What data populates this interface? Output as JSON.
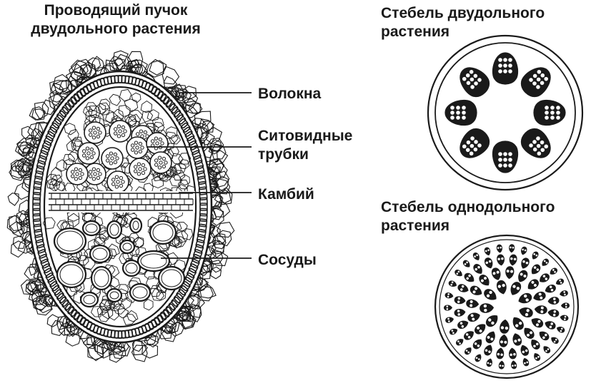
{
  "titles": {
    "bundle": [
      "Проводящий пучок",
      "двудольного растения"
    ],
    "dicot_stem": [
      "Стебель двудольного",
      "растения"
    ],
    "monocot_stem": [
      "Стебель однодольного",
      "растения"
    ]
  },
  "labels": {
    "fibers": "Волокна",
    "sieve_tubes": [
      "Ситовидные",
      "трубки"
    ],
    "cambium": "Камбий",
    "vessels": "Сосуды"
  },
  "colors": {
    "ink": "#1a1a1a",
    "background": "#ffffff"
  }
}
